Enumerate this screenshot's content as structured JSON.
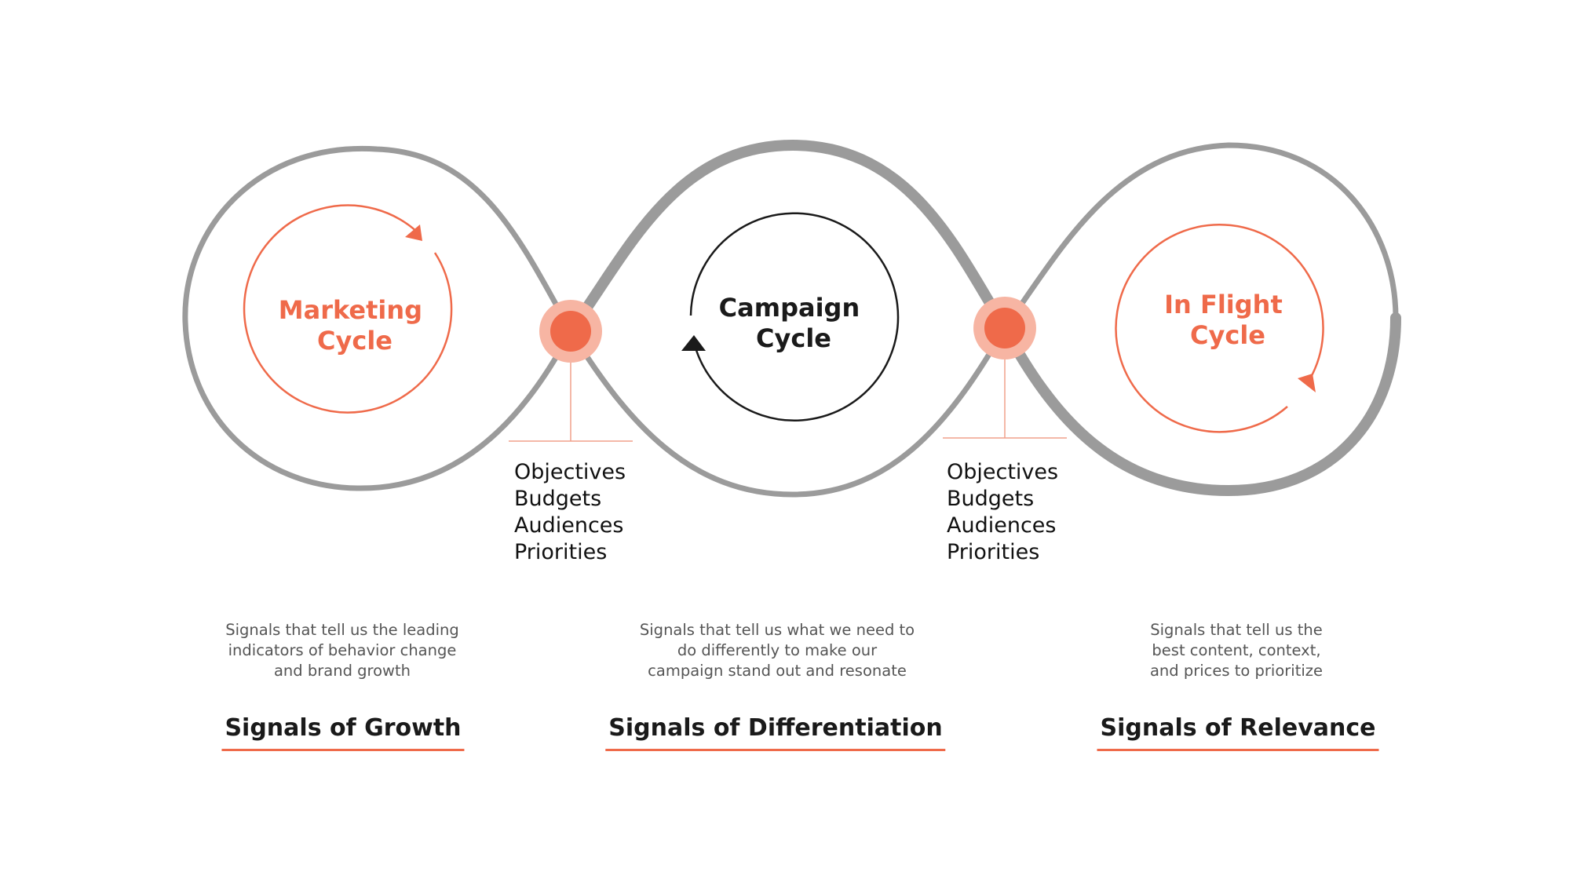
{
  "colors": {
    "accent": "#ef6a4a",
    "accent_light": "#f7b5a3",
    "track": "#9b9b9b",
    "dark": "#1a1a1a"
  },
  "cycles": [
    {
      "line1": "Marketing",
      "line2": "Cycle",
      "color": "#ef6a4a"
    },
    {
      "line1": "Campaign",
      "line2": "Cycle",
      "color": "#1a1a1a"
    },
    {
      "line1": "In Flight",
      "line2": "Cycle",
      "color": "#ef6a4a"
    }
  ],
  "checkpoints": [
    {
      "items": [
        "Objectives",
        "Budgets",
        "Audiences",
        "Priorities"
      ]
    },
    {
      "items": [
        "Objectives",
        "Budgets",
        "Audiences",
        "Priorities"
      ]
    }
  ],
  "sections": [
    {
      "description": [
        "Signals that tell us the leading",
        "indicators of behavior change",
        "and brand growth"
      ],
      "heading": "Signals of Growth"
    },
    {
      "description": [
        "Signals that tell us what we need to",
        "do differently to make our",
        "campaign stand out and resonate"
      ],
      "heading": "Signals of Differentiation"
    },
    {
      "description": [
        "Signals that tell us the",
        "best content, context,",
        "and prices to prioritize"
      ],
      "heading": "Signals of Relevance"
    }
  ]
}
